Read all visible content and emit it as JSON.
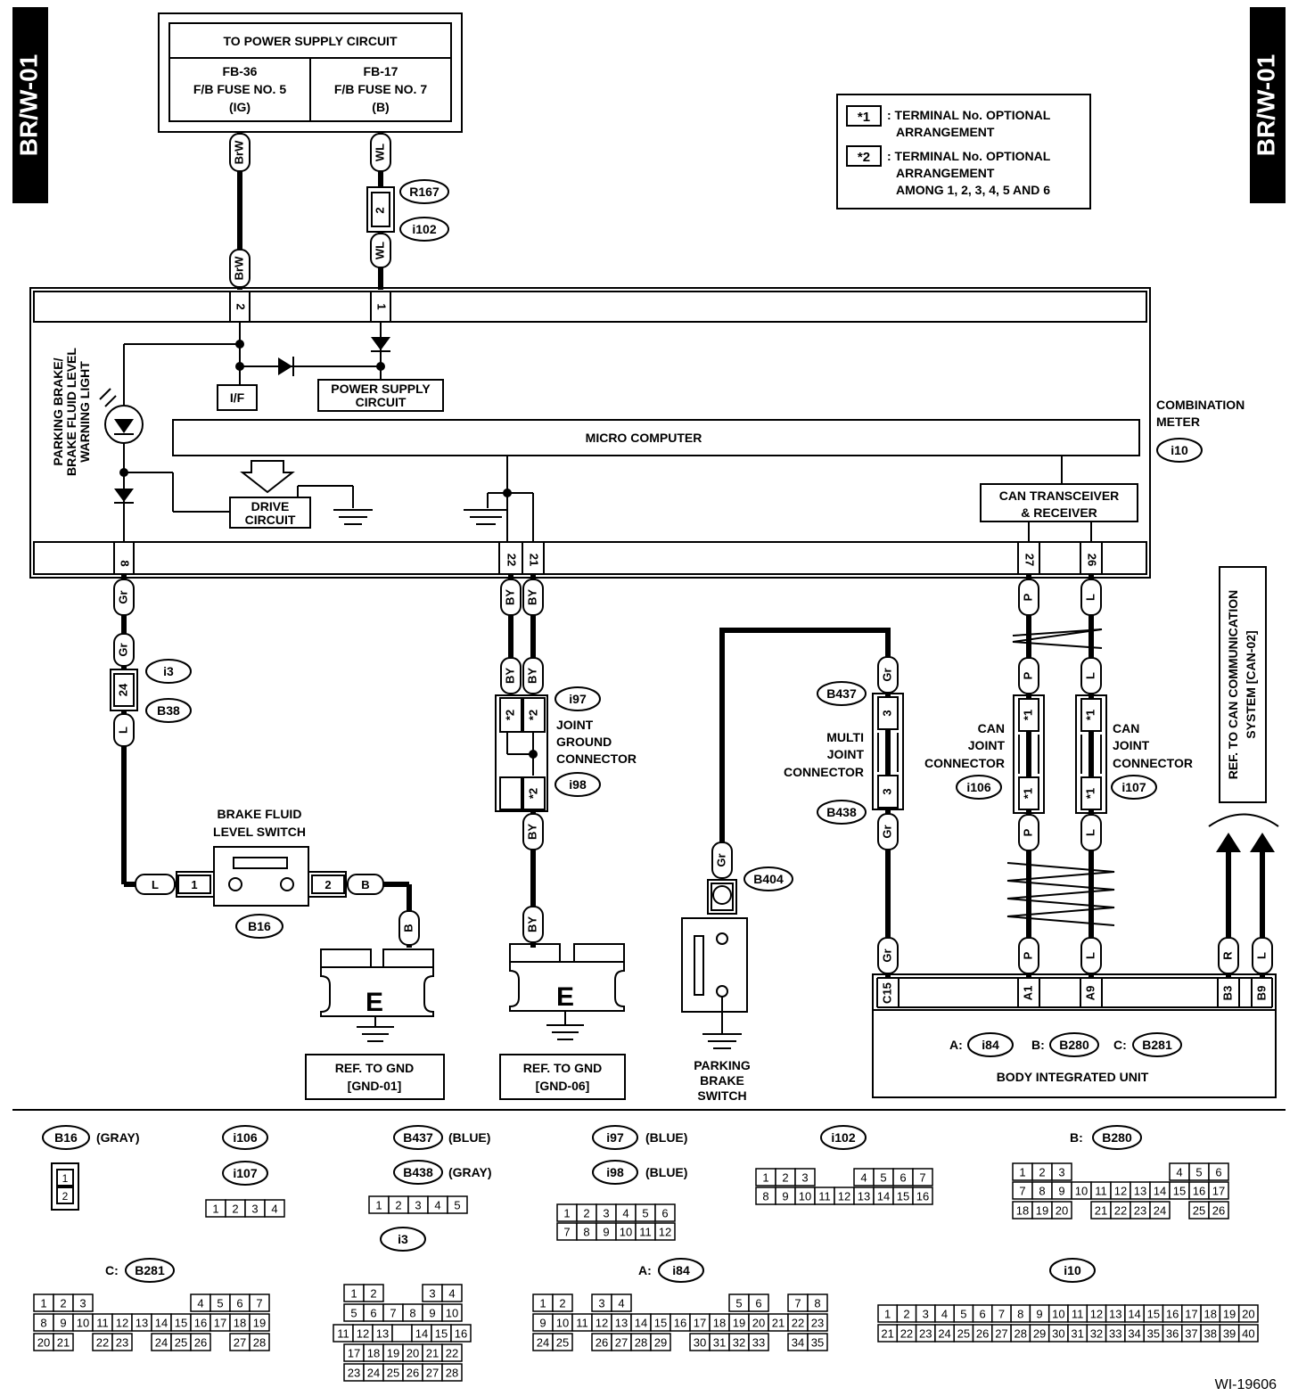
{
  "page": {
    "side_tab_left": "BR/W-01",
    "side_tab_right": "BR/W-01",
    "figure_code": "WI-19606"
  },
  "power_supply": {
    "title": "TO POWER SUPPLY CIRCUIT",
    "fuse_a": [
      "FB-36",
      "F/B FUSE NO. 5",
      "(IG)"
    ],
    "fuse_b": [
      "FB-17",
      "F/B FUSE NO. 7",
      "(B)"
    ]
  },
  "legend": {
    "n1_tag": "*1",
    "n1_text": [
      ": TERMINAL No. OPTIONAL",
      "ARRANGEMENT"
    ],
    "n2_tag": "*2",
    "n2_text": [
      ": TERMINAL No. OPTIONAL",
      "ARRANGEMENT",
      "AMONG 1, 2, 3, 4, 5 AND 6"
    ]
  },
  "wires": {
    "brw": "BrW",
    "wl": "WL",
    "gr": "Gr",
    "l": "L",
    "by": "BY",
    "p": "P",
    "b": "B",
    "r": "R"
  },
  "connectors": {
    "r167": "R167",
    "i102": "i102",
    "i3": "i3",
    "b38": "B38",
    "i97": "i97",
    "i98": "i98",
    "b437": "B437",
    "b438": "B438",
    "i106": "i106",
    "i107": "i107",
    "b404": "B404",
    "b16": "B16",
    "i10": "i10",
    "i84": "i84",
    "b280": "B280",
    "b281": "B281"
  },
  "pins": {
    "p2": "2",
    "p1": "1",
    "p8": "8",
    "p22": "22",
    "p21": "21",
    "p27": "27",
    "p26": "26",
    "p24": "24",
    "p3": "3",
    "star1": "*1",
    "star2": "*2",
    "c15": "C15",
    "a1": "A1",
    "a9": "A9",
    "b3": "B3",
    "b9": "B9"
  },
  "meter": {
    "warning_light": [
      "PARKING BRAKE/",
      "BRAKE FLUID LEVEL",
      "WARNING LIGHT"
    ],
    "if": "I/F",
    "power_supply_circuit": [
      "POWER SUPPLY",
      "CIRCUIT"
    ],
    "micro_computer": "MICRO COMPUTER",
    "drive_circuit": [
      "DRIVE",
      "CIRCUIT"
    ],
    "can": [
      "CAN TRANSCEIVER",
      "& RECEIVER"
    ],
    "label": [
      "COMBINATION",
      "METER"
    ]
  },
  "labels": {
    "joint_ground": [
      "JOINT",
      "GROUND",
      "CONNECTOR"
    ],
    "multi_joint": [
      "MULTI",
      "JOINT",
      "CONNECTOR"
    ],
    "can_joint_left": [
      "CAN",
      "JOINT",
      "CONNECTOR"
    ],
    "can_joint_right": [
      "CAN",
      "JOINT",
      "CONNECTOR"
    ],
    "brake_fluid_switch": [
      "BRAKE FLUID",
      "LEVEL SWITCH"
    ],
    "ground_symbol": "E",
    "ref_gnd_01": [
      "REF. TO GND",
      "[GND-01]"
    ],
    "ref_gnd_06": [
      "REF. TO GND",
      "[GND-06]"
    ],
    "parking_brake_switch": [
      "PARKING",
      "BRAKE",
      "SWITCH"
    ],
    "ref_can": [
      "REF. TO CAN COMMUNICATION",
      "SYSTEM [CAN-02]"
    ],
    "body_unit": "BODY INTEGRATED UNIT",
    "prefix_a": "A:",
    "prefix_b": "B:",
    "prefix_c": "C:"
  },
  "connector_faces": {
    "b16_color": "(GRAY)",
    "b437_color": "(BLUE)",
    "b438_color": "(GRAY)",
    "i97_color": "(BLUE)",
    "i98_color": "(BLUE)",
    "b280_prefix": "B:",
    "b281_prefix": "C:",
    "i84_prefix": "A:"
  }
}
